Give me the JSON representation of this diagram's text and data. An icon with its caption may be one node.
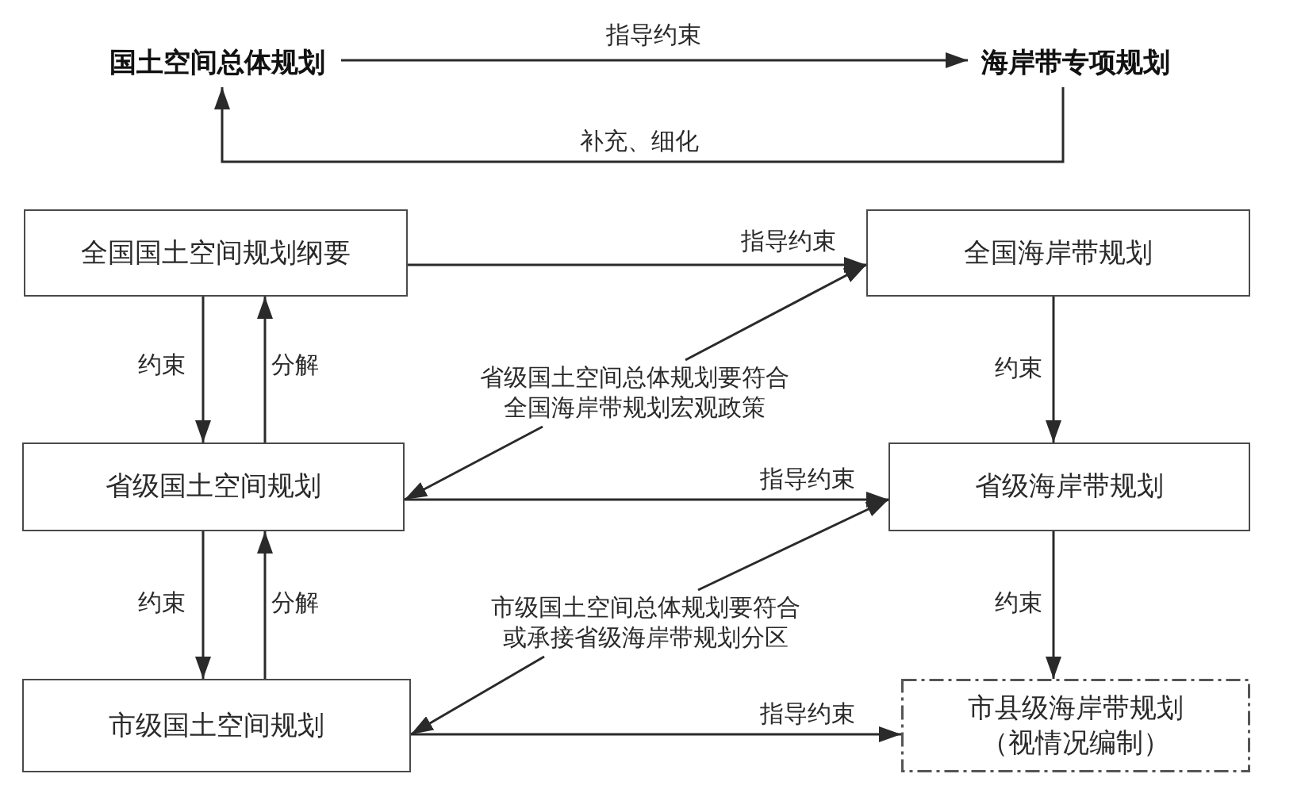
{
  "diagram": {
    "nodes": [
      {
        "text": [
          "国土空间总体规划"
        ]
      },
      {
        "text": [
          "海岸带专项规划"
        ]
      },
      {
        "text": [
          "全国国土空间规划纲要"
        ]
      },
      {
        "text": [
          "全国海岸带规划"
        ]
      },
      {
        "text": [
          "省级国土空间总体规划要符合全国海岸带规划宏观政策"
        ]
      },
      {
        "text": [
          "省级国土空间规划"
        ]
      },
      {
        "text": [
          "省级海岸带规划"
        ]
      },
      {
        "text": [
          "市级国土空间总体规划要符合或承接省级海岸带规划分区"
        ]
      },
      {
        "text": [
          "市级国土空间规划"
        ]
      },
      {
        "text": [
          "市县级海岸带规划",
          "（视情况编制）"
        ]
      }
    ],
    "edges": [
      {
        "from": 0,
        "to": 1,
        "arrow": "to",
        "label": "指导约束"
      },
      {
        "from": 1,
        "to": 0,
        "arrow": "to",
        "label": "补充、细化"
      },
      {
        "from": 2,
        "to": 3,
        "arrow": "to",
        "label": "指导约束"
      },
      {
        "from": 2,
        "to": 5,
        "arrow": "to",
        "label": "约束"
      },
      {
        "from": 5,
        "to": 2,
        "arrow": "to",
        "label": "分解"
      },
      {
        "from": 3,
        "to": 6,
        "arrow": "to",
        "label": "约束"
      },
      {
        "from": 4,
        "to": 3,
        "arrow": "to"
      },
      {
        "from": 4,
        "to": 5,
        "arrow": "to"
      },
      {
        "from": 5,
        "to": 6,
        "arrow": "to",
        "label": "指导约束"
      },
      {
        "from": 5,
        "to": 8,
        "arrow": "to",
        "label": "约束"
      },
      {
        "from": 8,
        "to": 5,
        "arrow": "to",
        "label": "分解"
      },
      {
        "from": 6,
        "to": 9,
        "arrow": "to",
        "label": "约束"
      },
      {
        "from": 7,
        "to": 6,
        "arrow": "to"
      },
      {
        "from": 7,
        "to": 8,
        "arrow": "to"
      },
      {
        "from": 8,
        "to": 9,
        "arrow": "to",
        "label": "指导约束"
      }
    ]
  }
}
